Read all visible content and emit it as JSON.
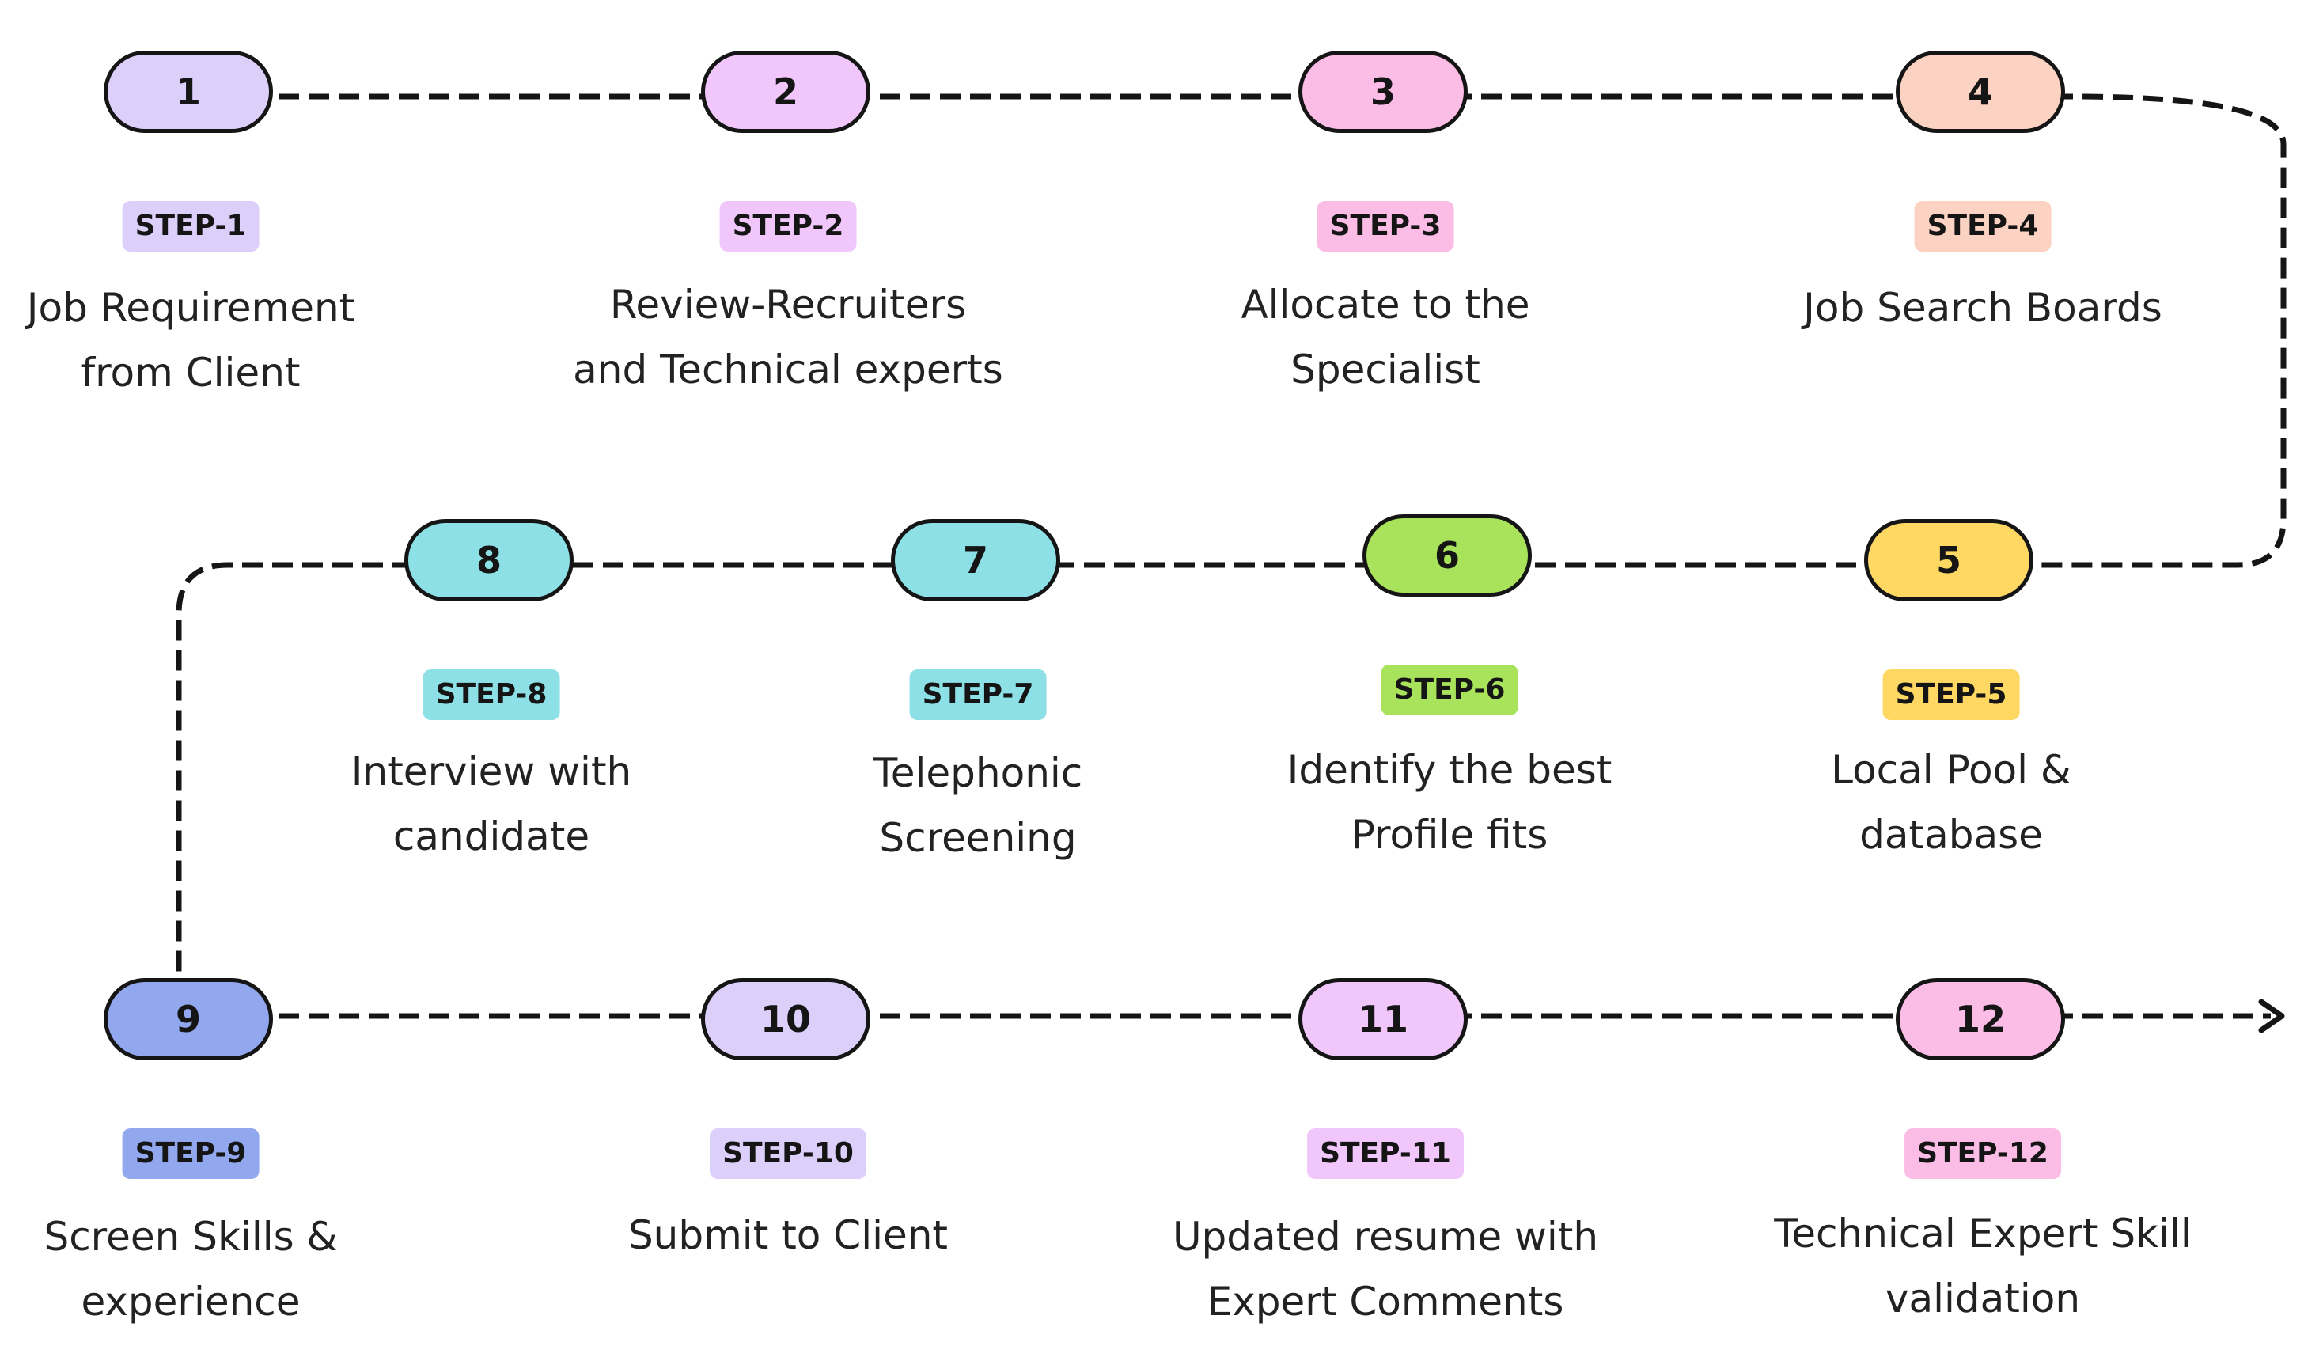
{
  "steps": [
    {
      "num": "1",
      "tag": "STEP-1",
      "desc": "Job Requirement\nfrom Client",
      "color": "#dcd0fb"
    },
    {
      "num": "2",
      "tag": "STEP-2",
      "desc": "Review-Recruiters\nand Technical experts",
      "color": "#f0c6fb"
    },
    {
      "num": "3",
      "tag": "STEP-3",
      "desc": "Allocate to the\nSpecialist",
      "color": "#fbbde5"
    },
    {
      "num": "4",
      "tag": "STEP-4",
      "desc": "Job Search Boards",
      "color": "#fcd3c2"
    },
    {
      "num": "5",
      "tag": "STEP-5",
      "desc": "Local Pool &\ndatabase",
      "color": "#ffd863"
    },
    {
      "num": "6",
      "tag": "STEP-6",
      "desc": "Identify the best\nProfile fits",
      "color": "#a9e25b"
    },
    {
      "num": "7",
      "tag": "STEP-7",
      "desc": "Telephonic\nScreening",
      "color": "#8ce0e6"
    },
    {
      "num": "8",
      "tag": "STEP-8",
      "desc": "Interview with\ncandidate",
      "color": "#8ce0e6"
    },
    {
      "num": "9",
      "tag": "STEP-9",
      "desc": "Screen Skills &\nexperience",
      "color": "#92a8ee"
    },
    {
      "num": "10",
      "tag": "STEP-10",
      "desc": "Submit to Client",
      "color": "#dcd0fb"
    },
    {
      "num": "11",
      "tag": "STEP-11",
      "desc": "Updated resume with\nExpert Comments",
      "color": "#f0c6fb"
    },
    {
      "num": "12",
      "tag": "STEP-12",
      "desc": "Technical Expert Skill\nvalidation",
      "color": "#fbbde5"
    }
  ]
}
